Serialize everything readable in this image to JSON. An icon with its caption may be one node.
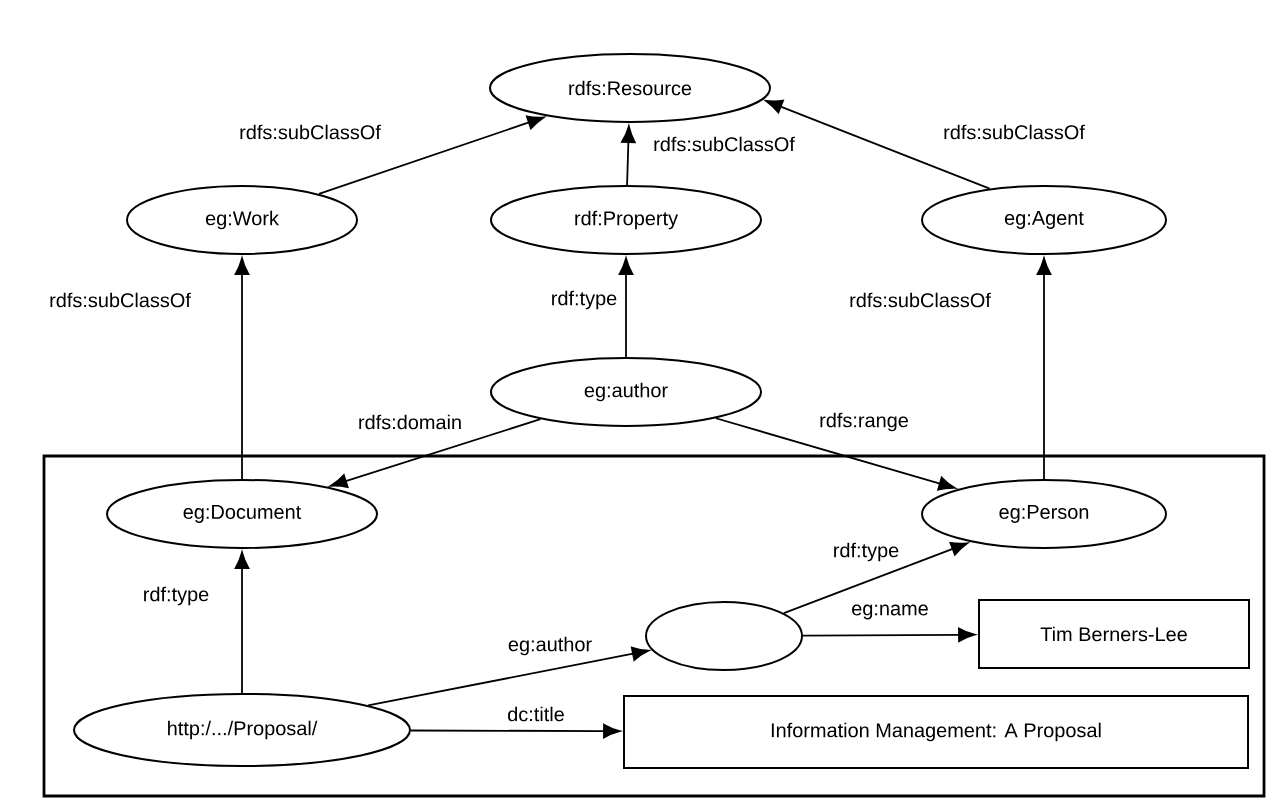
{
  "diagram": {
    "nodes": [
      {
        "text": [
          "rdfs:Resource"
        ]
      },
      {
        "text": [
          "eg:Work"
        ]
      },
      {
        "text": [
          "rdf:Property"
        ]
      },
      {
        "text": [
          "eg:Agent"
        ]
      },
      {
        "text": [
          "eg:author"
        ]
      },
      {
        "text": [],
        "shape": "box"
      },
      {
        "text": [
          "eg:Document"
        ],
        "in": 5
      },
      {
        "text": [
          "eg:Person"
        ],
        "in": 5
      },
      {
        "text": [],
        "shape": "ellipse",
        "in": 5
      },
      {
        "text": [
          "Tim Berners-Lee"
        ],
        "in": 5
      },
      {
        "text": [
          "http:/.../Proposal/"
        ],
        "in": 5
      },
      {
        "text": [
          "Information Management: A Proposal"
        ],
        "in": 5
      }
    ],
    "edges": [
      {
        "from": 1,
        "to": 0,
        "arrow": "to",
        "label": "rdfs:subClassOf"
      },
      {
        "from": 2,
        "to": 0,
        "arrow": "to",
        "label": "rdfs:subClassOf"
      },
      {
        "from": 3,
        "to": 0,
        "arrow": "to",
        "label": "rdfs:subClassOf"
      },
      {
        "from": 4,
        "to": 2,
        "arrow": "to",
        "label": "rdf:type"
      },
      {
        "from": 6,
        "to": 1,
        "arrow": "to",
        "label": "rdfs:subClassOf"
      },
      {
        "from": 7,
        "to": 3,
        "arrow": "to",
        "label": "rdfs:subClassOf"
      },
      {
        "from": 4,
        "to": 6,
        "arrow": "to",
        "label": "rdfs:domain"
      },
      {
        "from": 4,
        "to": 7,
        "arrow": "to",
        "label": "rdfs:range"
      },
      {
        "from": 10,
        "to": 6,
        "arrow": "to",
        "label": "rdf:type"
      },
      {
        "from": 8,
        "to": 7,
        "arrow": "to",
        "label": "rdf:type"
      },
      {
        "from": 8,
        "to": 9,
        "arrow": "to",
        "label": "eg:name"
      },
      {
        "from": 10,
        "to": 8,
        "arrow": "to",
        "label": "eg:author"
      },
      {
        "from": 10,
        "to": 11,
        "arrow": "to",
        "label": "dc:title"
      }
    ]
  }
}
